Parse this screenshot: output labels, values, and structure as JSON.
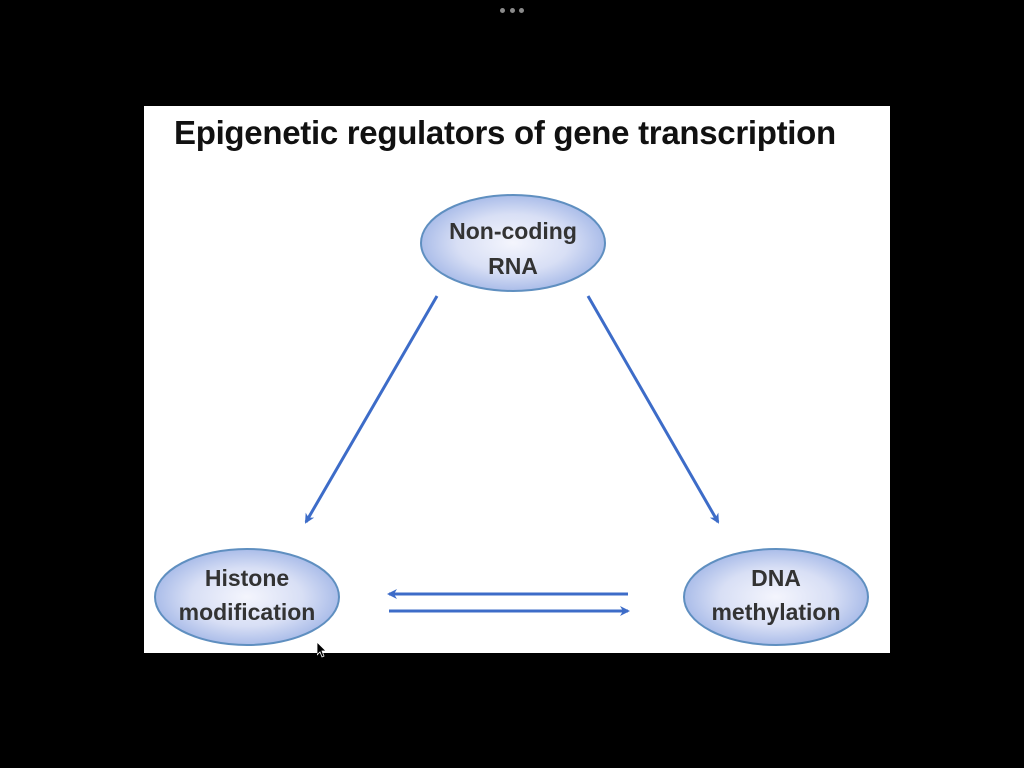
{
  "viewer": {
    "more_menu_icon": "more-horizontal-icon"
  },
  "slide": {
    "title": "Epigenetic regulators of gene transcription",
    "colors": {
      "ellipse_fill_center": "#eef0fb",
      "ellipse_fill_edge": "#9fb4e6",
      "ellipse_stroke": "#5f8fc0",
      "arrow": "#3d6cc8",
      "label_text": "#333333",
      "title_text": "#111111",
      "background": "#ffffff",
      "frame": "#000000"
    },
    "nodes": [
      {
        "id": "ncrna",
        "lines": [
          "Non-coding",
          "RNA"
        ]
      },
      {
        "id": "histone",
        "lines": [
          "Histone",
          "modification"
        ]
      },
      {
        "id": "dna",
        "lines": [
          "DNA",
          "methylation"
        ]
      }
    ],
    "edges": [
      {
        "from": "ncrna",
        "to": "histone",
        "direction": "forward"
      },
      {
        "from": "ncrna",
        "to": "dna",
        "direction": "forward"
      },
      {
        "from": "dna",
        "to": "histone",
        "direction": "forward"
      },
      {
        "from": "histone",
        "to": "dna",
        "direction": "forward"
      }
    ]
  },
  "cursor": {
    "icon": "mouse-pointer-icon"
  }
}
